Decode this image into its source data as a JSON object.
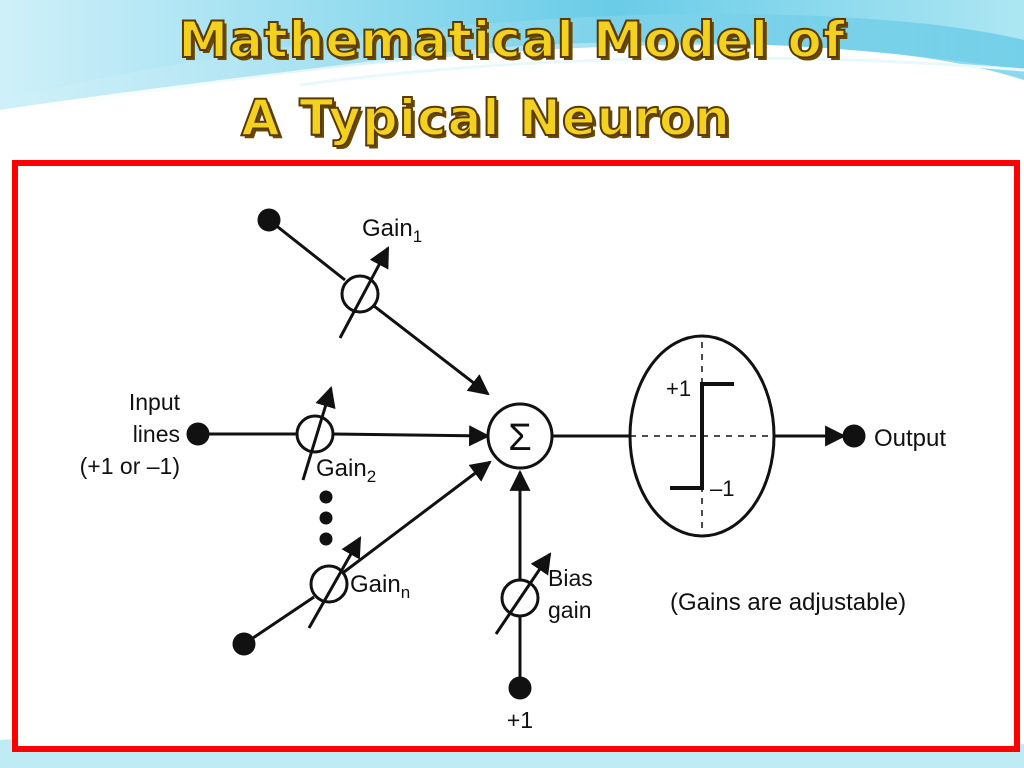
{
  "title": {
    "line1": "Mathematical Model of",
    "line2": "A Typical Neuron"
  },
  "diagram": {
    "gain1": {
      "base": "Gain",
      "sub": "1"
    },
    "gain2": {
      "base": "Gain",
      "sub": "2"
    },
    "gainn": {
      "base": "Gain",
      "sub": "n"
    },
    "input_lines": [
      "Input",
      "lines",
      "(+1 or –1)"
    ],
    "summation_symbol": "Σ",
    "step_high": "+1",
    "step_low": "–1",
    "output_label": "Output",
    "bias_label": [
      "Bias",
      "gain"
    ],
    "bias_input": "+1",
    "note": "(Gains are adjustable)"
  },
  "colors": {
    "title_fill": "#f2d21e",
    "frame_border": "#ff0000",
    "background_accent": "#7fd3e8"
  }
}
